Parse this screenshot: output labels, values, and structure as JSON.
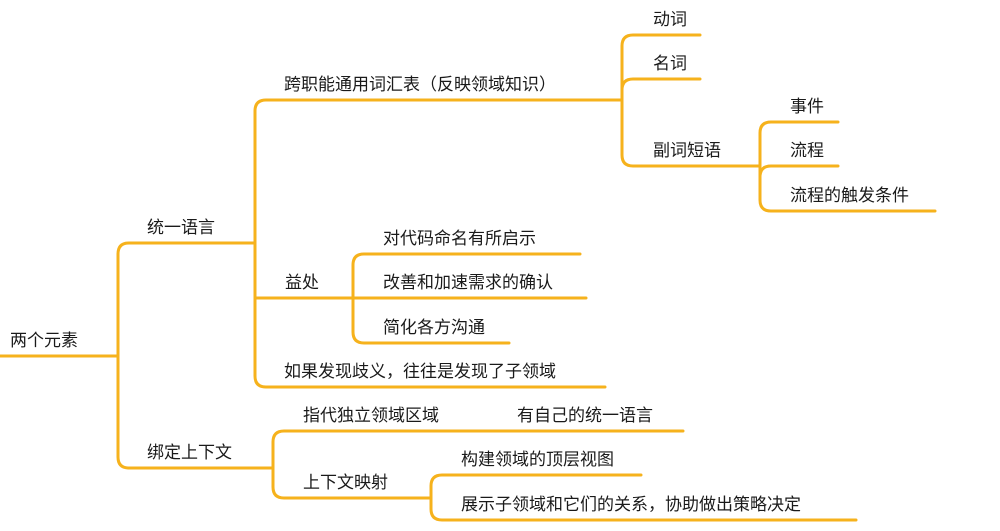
{
  "mindmap": {
    "edge_color": "#F6B21C",
    "root": "两个元素",
    "branch1": {
      "label": "统一语言",
      "vocab": {
        "label": "跨职能通用词汇表（反映领域知识）",
        "verb": "动词",
        "noun": "名词",
        "adverb_phrase": {
          "label": "副词短语",
          "event": "事件",
          "process": "流程",
          "trigger": "流程的触发条件"
        }
      },
      "benefits": {
        "label": "益处",
        "b1": "对代码命名有所启示",
        "b2": "改善和加速需求的确认",
        "b3": "简化各方沟通"
      },
      "ambiguity": "如果发现歧义，往往是发现了子领域"
    },
    "branch2": {
      "label": "绑定上下文",
      "refer": {
        "label": "指代独立领域区域",
        "own": "有自己的统一语言"
      },
      "mapping": {
        "label": "上下文映射",
        "top_view": "构建领域的顶层视图",
        "relations": "展示子领域和它们的关系，协助做出策略决定"
      }
    }
  }
}
